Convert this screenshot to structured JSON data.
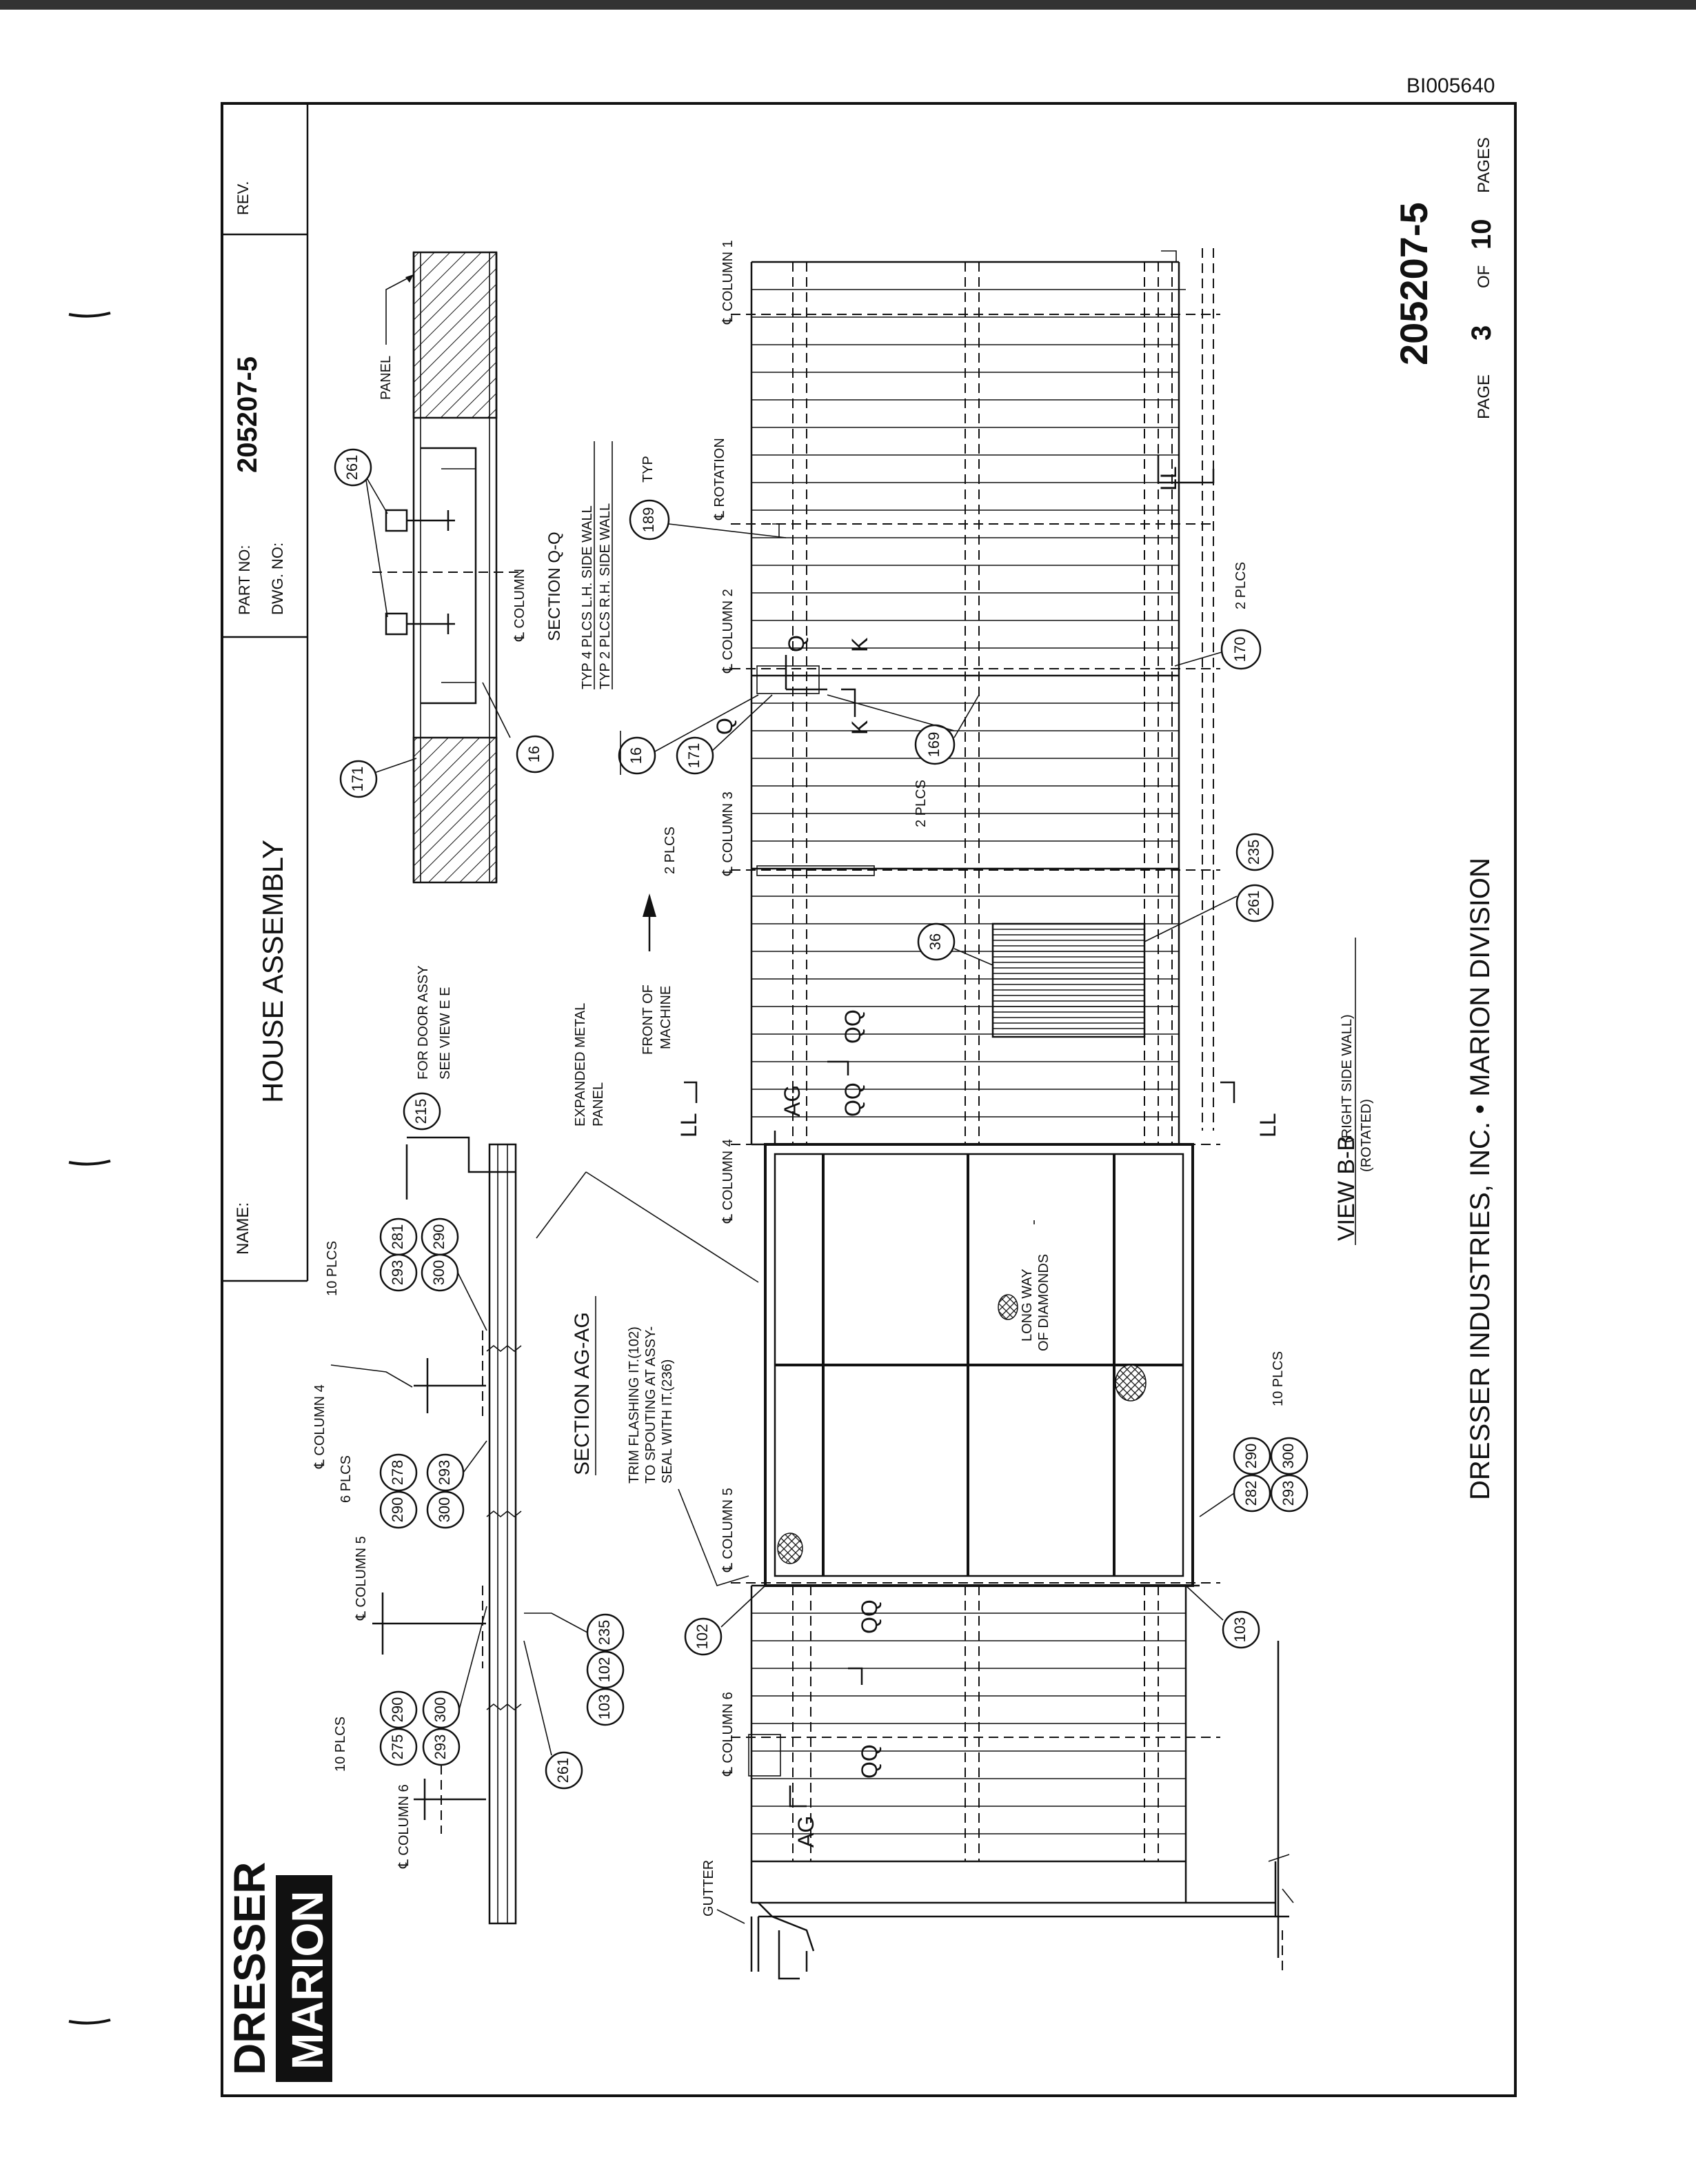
{
  "doc_id": "BI005640",
  "title_block": {
    "name_label": "NAME:",
    "name_value": "HOUSE ASSEMBLY",
    "part_no_label": "PART NO:",
    "part_no_value": "205207-5",
    "dwg_no_label": "DWG. NO:",
    "rev_label": "REV.",
    "big_number": "205207-5",
    "page_label": "PAGE",
    "page_number": "3",
    "of_label": "OF",
    "total_pages": "10",
    "pages_label": "PAGES",
    "company": "DRESSER INDUSTRIES, INC. • MARION DIVISION"
  },
  "logo": {
    "line1": "DRESSER",
    "line2": "MARION"
  },
  "section_qq": {
    "title": "SECTION Q-Q",
    "note1": "TYP 4 PLCS L.H. SIDE WALL",
    "note2": "TYP 2 PLCS R.H. SIDE WALL",
    "panel_label": "PANEL",
    "column_label": "℄ COLUMN",
    "callouts": [
      "261",
      "171",
      "16"
    ]
  },
  "section_agag": {
    "title": "SECTION AG-AG",
    "expanded_metal": "EXPANDED METAL",
    "panel": "PANEL",
    "door_note1": "FOR DOOR ASSY",
    "door_note2": "SEE VIEW E E",
    "trim_note1": "TRIM FLASHING IT.(102)",
    "trim_note2": "TO SPOUTING AT ASSY-",
    "trim_note3": "SEAL WITH IT.(236)",
    "col4": "℄ COLUMN 4",
    "col5": "℄ COLUMN 5",
    "col6": "℄ COLUMN 6",
    "plcs10": "10 PLCS",
    "plcs6": "6 PLCS",
    "callout_215": "215",
    "group1": [
      "293",
      "281",
      "300",
      "290"
    ],
    "group2": [
      "290",
      "278",
      "300",
      "293"
    ],
    "group3": [
      "275",
      "290",
      "293",
      "300"
    ],
    "group4": [
      "103",
      "102",
      "235"
    ],
    "callout_261": "261"
  },
  "view_bb": {
    "title": "VIEW B-B",
    "subtitle": "(RIGHT SIDE WALL)",
    "rotated": "(ROTATED)",
    "front_of": "FRONT OF",
    "machine": "MACHINE",
    "rotation": "℄ ROTATION",
    "col1": "℄ COLUMN 1",
    "col2": "℄ COLUMN 2",
    "col3": "℄ COLUMN 3",
    "col4": "℄ COLUMN 4",
    "col5": "℄ COLUMN 5",
    "col6": "℄ COLUMN 6",
    "gutter": "GUTTER",
    "long_way": "LONG WAY",
    "of_diamonds": "OF DIAMONDS",
    "plcs2": "2 PLCS",
    "plcs10": "10 PLCS",
    "typ": "TYP",
    "callout_189": "189",
    "callout_170": "170",
    "callout_16": "16",
    "callout_171": "171",
    "callout_169": "169",
    "callout_36": "36",
    "callout_261": "261",
    "callout_235": "235",
    "callout_102": "102",
    "callout_103": "103",
    "group5": [
      "282",
      "290",
      "293",
      "300"
    ],
    "sec_q": "Q",
    "sec_k": "K",
    "sec_qq": "QQ",
    "sec_ag": "AG",
    "sec_ll": "LL"
  }
}
